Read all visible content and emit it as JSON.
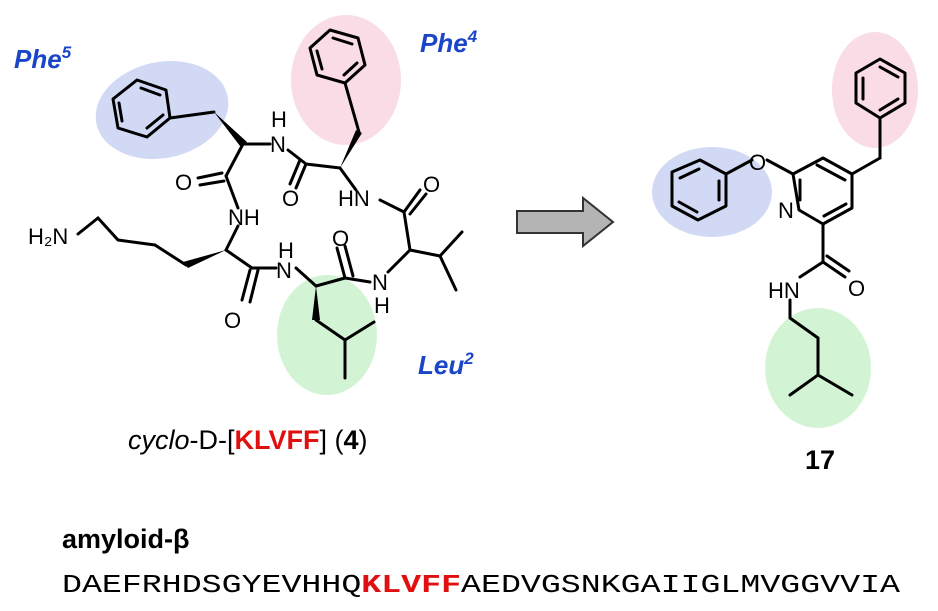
{
  "colors": {
    "phe5_highlight": "#d2d9f5",
    "phe4_highlight": "#f9dce6",
    "leu2_highlight": "#d3f4d4",
    "residue_label": "#1a45c8",
    "sequence_highlight": "#e01010",
    "arrow_fill": "#b4b4b4"
  },
  "labels": {
    "phe5": "Phe",
    "phe5_sup": "5",
    "phe4": "Phe",
    "phe4_sup": "4",
    "leu2": "Leu",
    "leu2_sup": "2"
  },
  "atoms": {
    "nh_top": "H",
    "n_top": "N",
    "o_left1": "O",
    "nh_right": "HN",
    "o_right": "O",
    "nh_left": "NH",
    "h2n": "H₂N",
    "h_bot": "H",
    "n_bot": "N",
    "o_bot1": "O",
    "n_bot2": "N",
    "h_bot2": "H",
    "o_bot2": "O",
    "o_top2": "O",
    "o_ether": "O",
    "n_pyr": "N",
    "hn_amide": "HN",
    "o_amide": "O"
  },
  "caption": {
    "prefix": "cyclo",
    "middle": "-D-[",
    "sequence": "KLVFF",
    "suffix": "] (",
    "number": "4",
    "close": ")"
  },
  "compound": {
    "number": "17"
  },
  "amyloid": {
    "title": "amyloid-β",
    "sequence_before": "DAEFRHDSGYEVHHQ",
    "sequence_highlight": "KLVFF",
    "sequence_after": "AEDVGSNKGAIIGLMVGGVVIA"
  }
}
